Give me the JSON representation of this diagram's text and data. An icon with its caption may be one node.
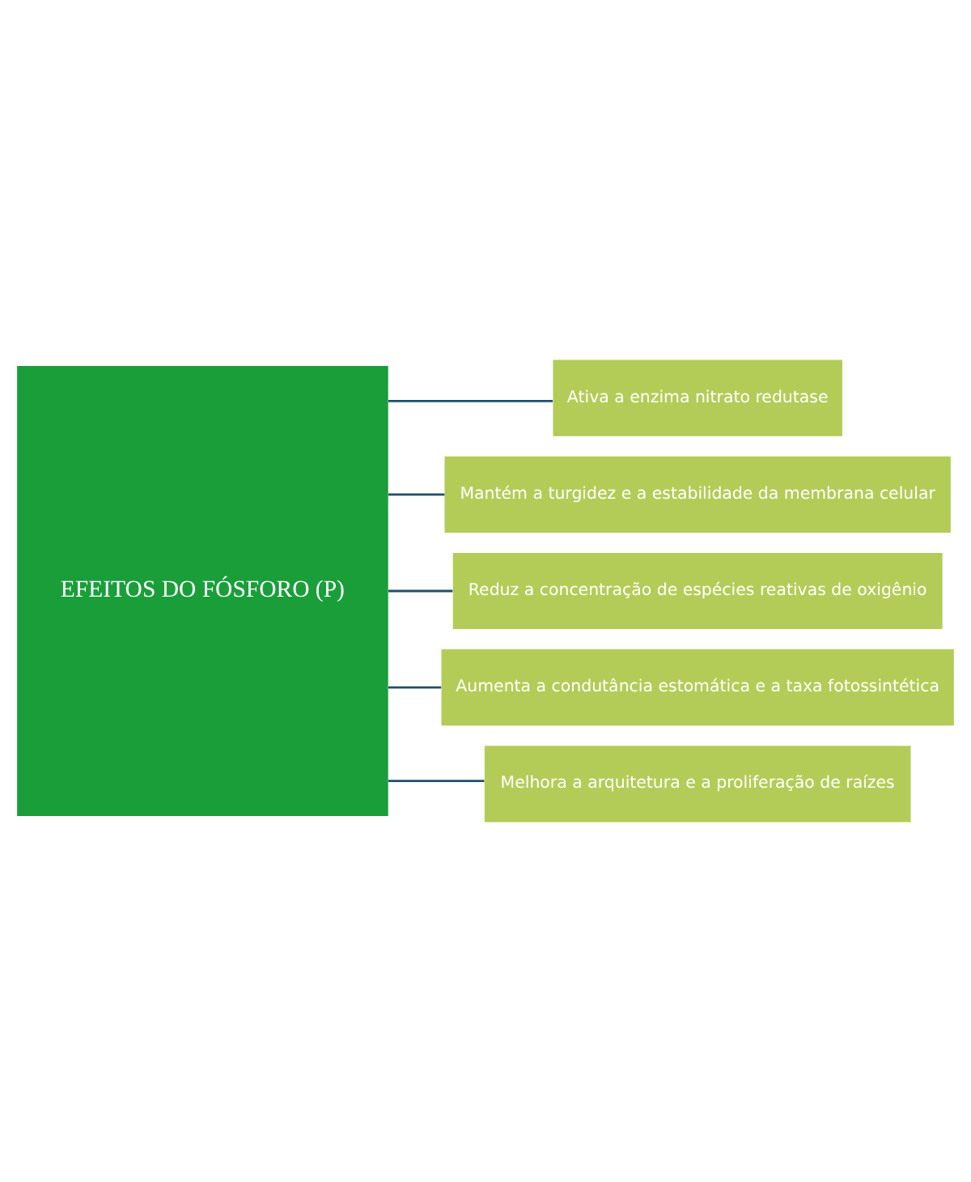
{
  "diagram": {
    "nodes": [
      {
        "text": [
          "EFEITOS DO FÓSFORO (P)"
        ]
      },
      {
        "text": [
          "Ativa a enzima nitrato redutase"
        ]
      },
      {
        "text": [
          "Mantém a turgidez e a estabilidade da membrana celular"
        ]
      },
      {
        "text": [
          "Reduz a concentração de espécies reativas de oxigênio"
        ]
      },
      {
        "text": [
          "Aumenta a condutância estomática e a taxa fotossintética"
        ]
      },
      {
        "text": [
          "Melhora a arquitetura e a proliferação de raízes"
        ]
      }
    ],
    "edges": [
      {
        "from": 0,
        "to": 1,
        "arrow": "none"
      },
      {
        "from": 0,
        "to": 2,
        "arrow": "none"
      },
      {
        "from": 0,
        "to": 3,
        "arrow": "none"
      },
      {
        "from": 0,
        "to": 4,
        "arrow": "none"
      },
      {
        "from": 0,
        "to": 5,
        "arrow": "none"
      }
    ]
  }
}
